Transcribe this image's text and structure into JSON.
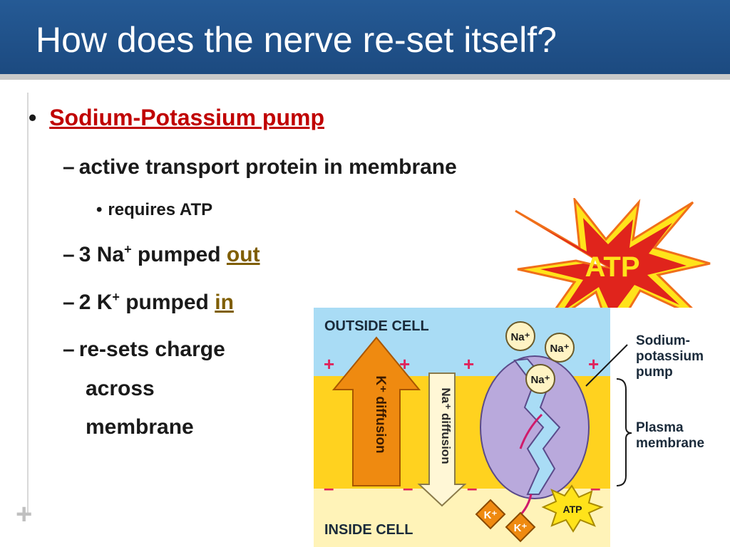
{
  "slide": {
    "title": "How does the nerve re-set itself?",
    "bullets": {
      "b1": "Sodium-Potassium pump",
      "b2": "active transport protein in membrane",
      "b3": "requires ATP",
      "b4_prefix": "3 Na",
      "b4_sup": "+",
      "b4_mid": " pumped ",
      "b4_link": "out",
      "b5_prefix": "2 K",
      "b5_sup": "+",
      "b5_mid": " pumped ",
      "b5_link": "in",
      "b6_line1": "re-sets charge",
      "b6_line2": "across",
      "b6_line3": "membrane"
    },
    "burst_label": "ATP"
  },
  "diagram": {
    "outside_label": "OUTSIDE CELL",
    "inside_label": "INSIDE CELL",
    "k_diffusion": "K⁺ diffusion",
    "na_diffusion": "Na⁺ diffusion",
    "na_ion": "Na⁺",
    "k_ion": "K⁺",
    "atp": "ATP",
    "plus": "+",
    "minus": "–",
    "pump_label_1": "Sodium-",
    "pump_label_2": "potassium",
    "pump_label_3": "pump",
    "membrane_label_1": "Plasma",
    "membrane_label_2": "membrane"
  },
  "colors": {
    "title_bar": "#1f4f86",
    "heading_red": "#c00000",
    "link_gold": "#7f5e00",
    "outside_blue": "#a9dcf5",
    "membrane_yellow": "#ffd21f",
    "inside_cream": "#fff3b8",
    "pump_purple": "#b9a9dc",
    "k_arrow_orange": "#ef8a10",
    "burst_red": "#e0241c",
    "burst_yellow": "#ffe31a"
  }
}
